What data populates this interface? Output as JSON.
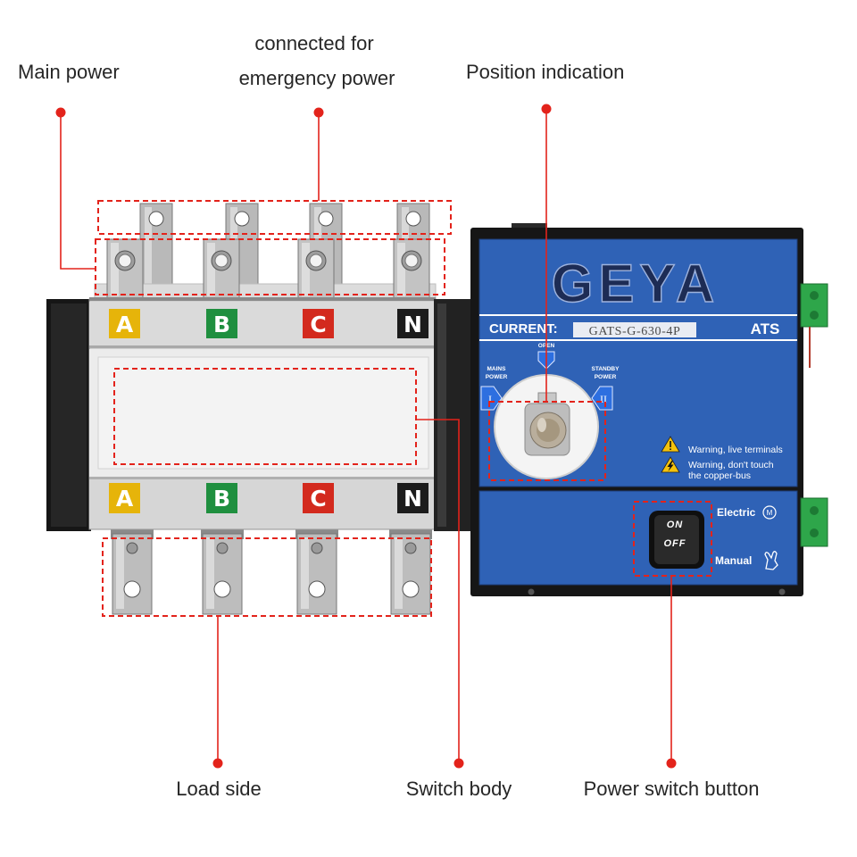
{
  "callouts": {
    "main_power": "Main power",
    "emergency_power": [
      "connected for",
      "emergency power"
    ],
    "position_indication": "Position indication",
    "load_side": "Load side",
    "switch_body": "Switch body",
    "power_switch_button": "Power switch button"
  },
  "device": {
    "brand": "GEYA",
    "current_label": "CURRENT:",
    "model": "GATS-G-630-4P",
    "type": "ATS",
    "phases": [
      "A",
      "B",
      "C",
      "N"
    ],
    "knob": {
      "open": "OPEN",
      "mains_power": [
        "MAINS",
        "POWER"
      ],
      "standby_power": [
        "STANDBY",
        "POWER"
      ],
      "position_1": "I",
      "position_2": "II"
    },
    "warnings": {
      "live_terminals": "Warning, live terminals",
      "copper_bus": [
        "Warning, don't touch",
        "the copper-bus"
      ]
    },
    "switch": {
      "on": "ON",
      "off": "OFF"
    },
    "modes": {
      "electric": "Electric",
      "manual": "Manual",
      "motor_symbol": "M"
    }
  },
  "icons": {
    "warning_live": "warning-icon",
    "warning_copper": "lightning-warning-icon",
    "electric_mode": "motor-icon",
    "manual_mode": "hand-icon"
  },
  "colors": {
    "annotation": "#e3231b",
    "panel_blue": "#2f62b6",
    "phase_a": "#e6b40a",
    "phase_b": "#1f8f3f",
    "phase_c": "#d32a1e",
    "phase_n": "#1c1c1c",
    "terminal_block": "#2ea64a"
  }
}
